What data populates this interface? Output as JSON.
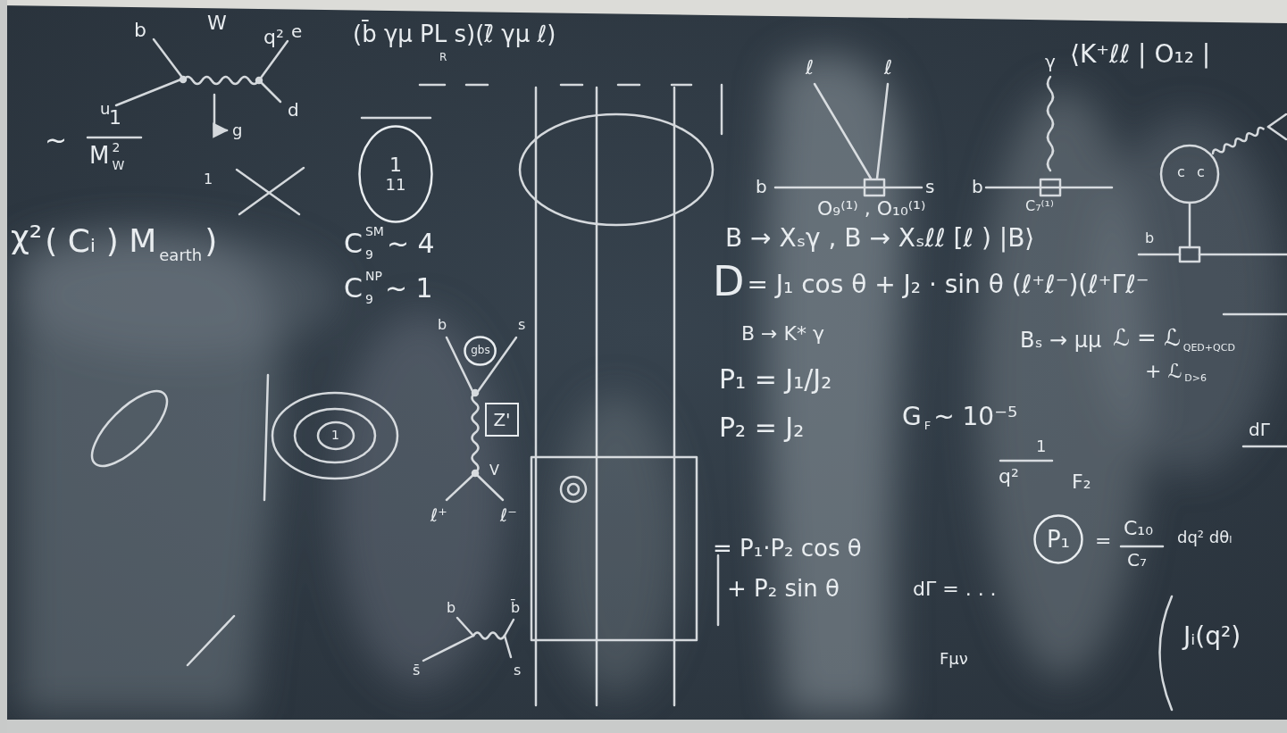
{
  "diagram": {
    "nodes": [
      {
        "text": [
          "1",
          "11"
        ]
      },
      {
        "text": [
          "gbs"
        ]
      },
      {
        "text": [
          "Z'"
        ]
      },
      {
        "text": [
          "P₁"
        ]
      }
    ],
    "labels": [
      "b",
      "W",
      "e",
      "u",
      "d",
      "~",
      "1",
      "M",
      "W",
      "2",
      "g",
      "1",
      "q²",
      "(b̄ γμ PL s)(ℓ̄ γμ ℓ)",
      "R",
      "χ²",
      "( Cᵢ ) M",
      "earth",
      ")",
      "C",
      "SM",
      "9",
      "~ 4",
      "C",
      "NP",
      "9",
      "~ 1",
      "b",
      "s",
      "V",
      "ℓ⁺",
      "ℓ⁻",
      "b",
      "b̄",
      "s̄",
      "s",
      "1",
      "ℓ",
      "ℓ",
      "b",
      "s",
      "O₉⁽¹⁾ , O₁₀⁽¹⁾",
      "γ",
      "b",
      "C₇⁽¹⁾",
      "⟨K⁺ℓℓ | O₁₂ |",
      "c",
      "c",
      "b",
      "B → Xₛγ , B → Xₛℓℓ [ℓ ) |B⟩",
      "D",
      "= J₁ cos θ + J₂ · sin θ (ℓ⁺ℓ⁻)(ℓ⁺Γℓ⁻",
      "B → K* γ",
      "P₁ = J₁/J₂",
      "P₂ = J₂",
      "Bₛ → μμ",
      "ℒ = ℒ",
      "QED+QCD",
      "+ ℒ",
      "D>6",
      "G",
      "F",
      "~ 10⁻⁵",
      "1",
      "q²",
      "F₂",
      "dΓ",
      "C₁₀",
      "C₇",
      "=",
      "dq² dθₗ",
      "= P₁·P₂ cos θ",
      "+ P₂ sin θ",
      "dΓ = . . .",
      "Fμν",
      "Jᵢ(q²)"
    ]
  }
}
